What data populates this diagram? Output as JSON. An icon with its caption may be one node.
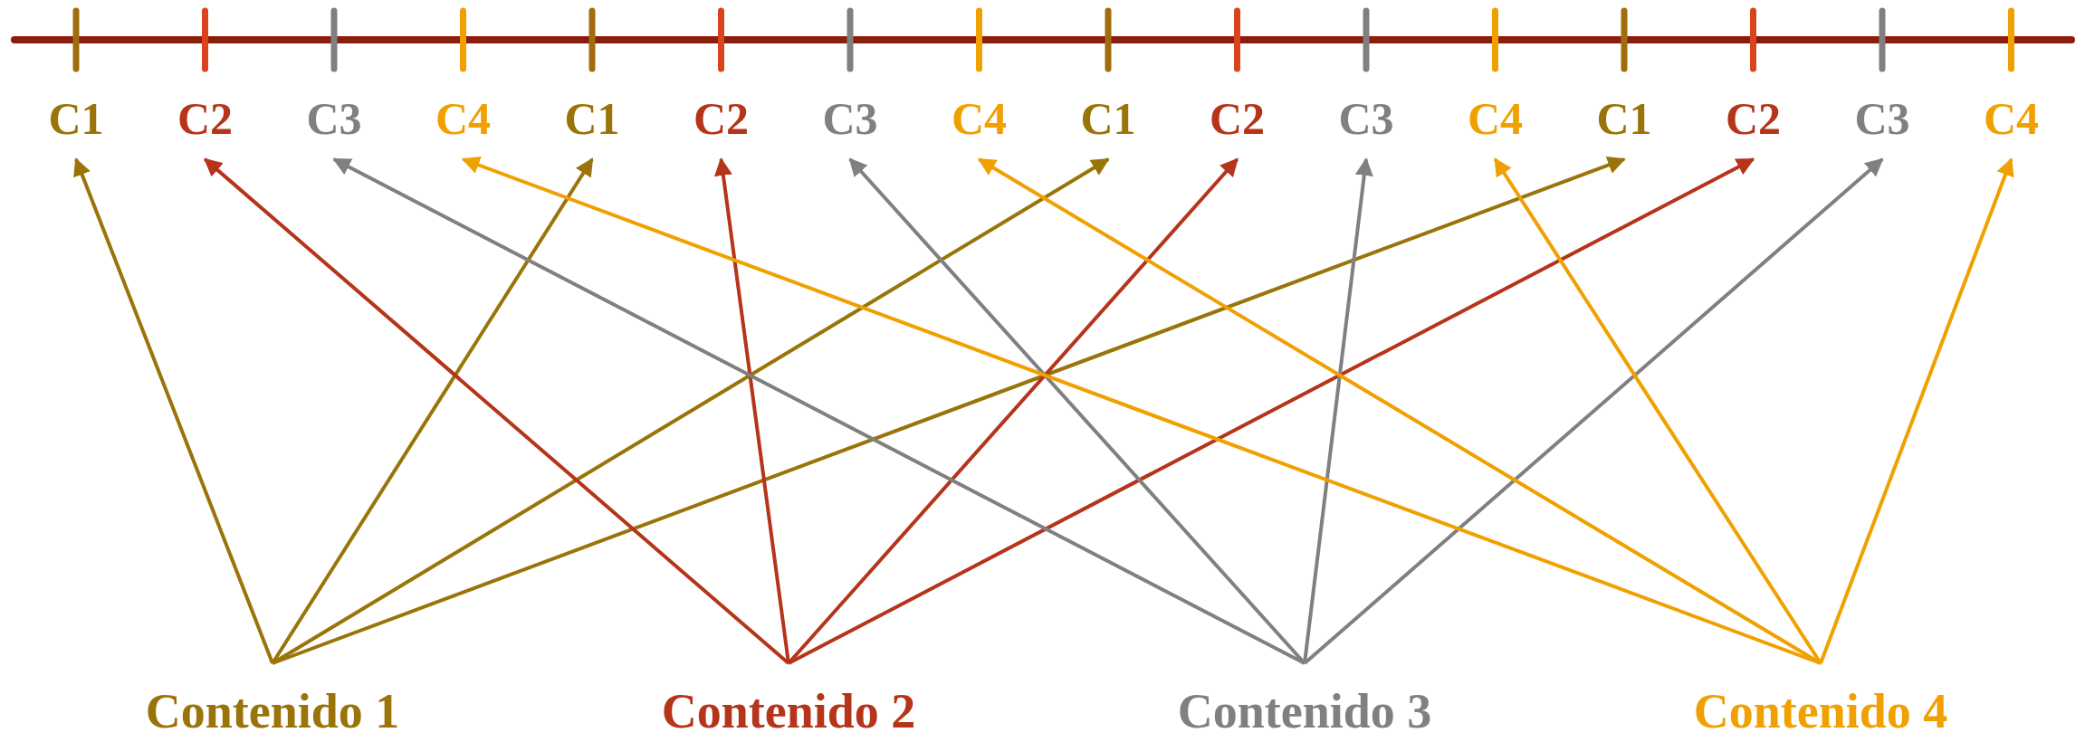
{
  "diagram": {
    "nodes": [
      {
        "text": [
          "C1"
        ]
      },
      {
        "text": [
          "C2"
        ]
      },
      {
        "text": [
          "C3"
        ]
      },
      {
        "text": [
          "C4"
        ]
      },
      {
        "text": [
          "C1"
        ]
      },
      {
        "text": [
          "C2"
        ]
      },
      {
        "text": [
          "C3"
        ]
      },
      {
        "text": [
          "C4"
        ]
      },
      {
        "text": [
          "C1"
        ]
      },
      {
        "text": [
          "C2"
        ]
      },
      {
        "text": [
          "C3"
        ]
      },
      {
        "text": [
          "C4"
        ]
      },
      {
        "text": [
          "C1"
        ]
      },
      {
        "text": [
          "C2"
        ]
      },
      {
        "text": [
          "C3"
        ]
      },
      {
        "text": [
          "C4"
        ]
      },
      {
        "text": [
          "Contenido 1"
        ]
      },
      {
        "text": [
          "Contenido 2"
        ]
      },
      {
        "text": [
          "Contenido 3"
        ]
      },
      {
        "text": [
          "Contenido 4"
        ]
      }
    ],
    "edges": [
      {
        "from": 16,
        "to": 0,
        "arrow": "to",
        "color": "#9a7409"
      },
      {
        "from": 16,
        "to": 4,
        "arrow": "to",
        "color": "#9a7409"
      },
      {
        "from": 16,
        "to": 8,
        "arrow": "to",
        "color": "#9a7409"
      },
      {
        "from": 16,
        "to": 12,
        "arrow": "to",
        "color": "#9a7409"
      },
      {
        "from": 17,
        "to": 1,
        "arrow": "to",
        "color": "#b5341a"
      },
      {
        "from": 17,
        "to": 5,
        "arrow": "to",
        "color": "#b5341a"
      },
      {
        "from": 17,
        "to": 9,
        "arrow": "to",
        "color": "#b5341a"
      },
      {
        "from": 17,
        "to": 13,
        "arrow": "to",
        "color": "#b5341a"
      },
      {
        "from": 18,
        "to": 2,
        "arrow": "to",
        "color": "#808080"
      },
      {
        "from": 18,
        "to": 6,
        "arrow": "to",
        "color": "#808080"
      },
      {
        "from": 18,
        "to": 10,
        "arrow": "to",
        "color": "#808080"
      },
      {
        "from": 18,
        "to": 14,
        "arrow": "to",
        "color": "#808080"
      },
      {
        "from": 19,
        "to": 3,
        "arrow": "to",
        "color": "#f0a000"
      },
      {
        "from": 19,
        "to": 7,
        "arrow": "to",
        "color": "#f0a000"
      },
      {
        "from": 19,
        "to": 11,
        "arrow": "to",
        "color": "#f0a000"
      },
      {
        "from": 19,
        "to": 15,
        "arrow": "to",
        "color": "#f0a000"
      }
    ]
  }
}
